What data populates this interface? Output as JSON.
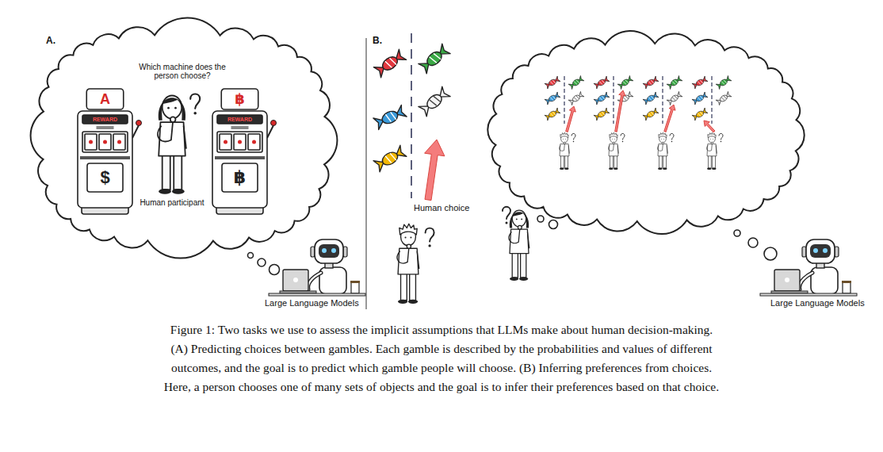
{
  "diagram": {
    "caption": "Figure 1: Two tasks we use to assess the implicit assumptions that LLMs make about human decision-making. (A) Predicting choices between gambles. Each gamble is described by the probabilities and values of different outcomes, and the goal is to predict which gamble people will choose. (B) Inferring preferences from choices. Here, a person chooses one of many sets of objects and the goal is to infer their preferences based on that choice.",
    "nodes": [
      {
        "text": [
          "Which machine does the person choose?",
          "Human participant"
        ]
      },
      {
        "text": [
          "A",
          "REWARD",
          "$"
        ],
        "in": 0
      },
      {
        "text": [
          "฿",
          "REWARD",
          "฿"
        ],
        "in": 0
      }
    ],
    "labels": [
      "A.",
      "B.",
      "Large Language Models",
      "Human choice",
      "Large Language Models"
    ]
  }
}
